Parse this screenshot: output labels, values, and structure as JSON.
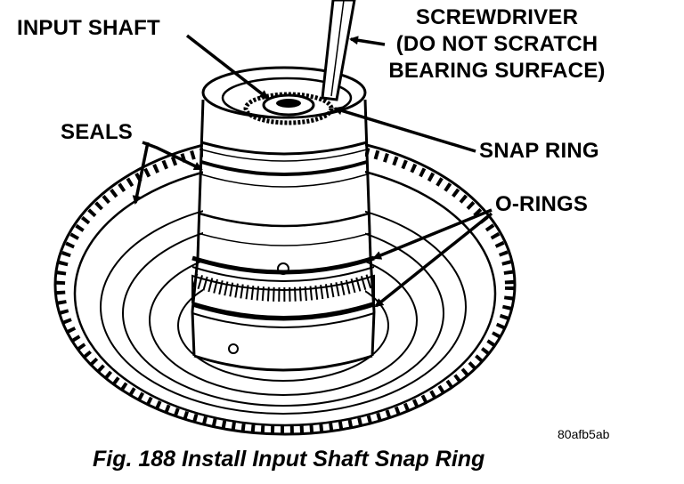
{
  "labels": {
    "input_shaft": "INPUT SHAFT",
    "screwdriver_line1": "SCREWDRIVER",
    "screwdriver_line2": "(DO NOT SCRATCH",
    "screwdriver_line3": "BEARING SURFACE)",
    "seals": "SEALS",
    "snap_ring": "SNAP RING",
    "o_rings": "O-RINGS"
  },
  "figure": {
    "caption": "Fig. 188 Install Input Shaft Snap Ring",
    "code": "80afb5ab"
  }
}
